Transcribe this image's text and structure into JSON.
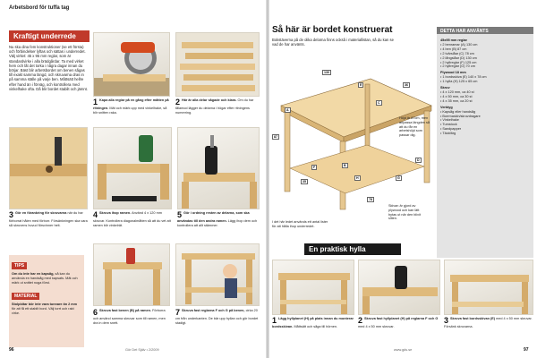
{
  "left": {
    "kicker": "Arbetsbord för tuffa tag",
    "section_title": "Kraftigt underrede",
    "intro": "Nu ska dina fem konstruktioner (se ett första) och förbindelser lyftas och sättas i underredet. Välj virket: 45 x 95 mm reglar, som är standardvirke i alla brädgårdar. Ta med virket hem och låt det torka i några dagar innan du börjar. Bäst blir arbetsbordet om benen sågas till exakt samma längd, och skruvarna dras in på samma ställe på varje ben. Måttsätt hellre efter hand än i förväg, och kontrollera med vinkelhake ofta. Då blir bordet stabilt och jämnt.",
    "steps": [
      {
        "n": "1",
        "title": "Kapa alla reglar på en gång efter måtten på ritningen.",
        "text": "Mät och märk upp med vinkelhake, så blir snitten raka."
      },
      {
        "n": "2",
        "title": "Här är alla delar sågade och klara.",
        "text": "Om du har tålamod lägger du delarna i högar efter ritningens numrering."
      },
      {
        "n": "3",
        "title": "Gör en förankring för skruvarna",
        "text": "när du har förborrat hålen med förborr. Försänkningen ska vara så skruvens huvud försvinner helt."
      },
      {
        "n": "4",
        "title": "Skruva ihop ramen.",
        "text": "Använd 4 x 120 mm skruvar. Kontrollera diagonalmåtten så att du vet att ramen blir vinkelrät."
      },
      {
        "n": "5",
        "title": "Gör i ordning resten av delarna, som ska användas till den andra ramen.",
        "text": "Lägg ihop dem och kontrollera att allt stämmer."
      },
      {
        "n": "6",
        "title": "Skruva fast benen (B) på ramen.",
        "text": "Förborra och använd samma skruvar som till ramen, men dra in dem snett."
      },
      {
        "n": "7",
        "title": "Skruva fast reglarna F och G på benen,",
        "text": "cirka 20 cm från underkanten. De bär upp hyllan och gör bordet stadigt."
      }
    ],
    "tip": {
      "label": "TIPS",
      "bold": "Om du inte har en kapsåg,",
      "text": "så kan du använda en handsåg med kapsats. Mät och märk ut snittet noga först.",
      "material_label": "MATERIAL",
      "mat_bold": "Stolpbitar bör inte vara tunnare än 2 mm",
      "mat_text": "för att få ett stabilt bord. Välj torrt och rakt virke."
    },
    "folio": "96",
    "footer": "Gör Det Själv • 2/2009"
  },
  "right": {
    "section_title": "Så här är bordet konstruerat",
    "intro": "Bokstäverna på de olika delarna finns också i materiallistan, så du kan se vad de har använts.",
    "callout_hojd": "Höjd är 87cm, men anpassa längden så att du får en arbetshöjd som passar dig.",
    "callout_lister": "I det här ledet används ett antal lister för att hålla ihop underredet.",
    "callout_skiva": "Skivan är gjord av plywood och kan lätt bytas ut när den blivit sliten.",
    "dims": [
      "130",
      "36",
      "87",
      "78",
      "35"
    ],
    "letters": [
      "A",
      "B",
      "C",
      "D",
      "E",
      "F",
      "G",
      "H"
    ],
    "side_header": "DETTA HAR ANVÄNTS",
    "side": [
      {
        "type": "hd",
        "text": "45x95 mm reglar"
      },
      {
        "type": "it",
        "text": "• 2 benramar (A) 130 cm"
      },
      {
        "type": "it",
        "text": "• 4 ben (B) 87 cm"
      },
      {
        "type": "it",
        "text": "• 2 tvärslåar (C) 78 cm"
      },
      {
        "type": "it",
        "text": "• 2 långslåar (D) 130 cm"
      },
      {
        "type": "it",
        "text": "• 2 hyllreglar (F) 125 cm"
      },
      {
        "type": "it",
        "text": "• 2 hyllreglar (G) 70 cm"
      },
      {
        "type": "hd",
        "text": "Plywood 18 mm"
      },
      {
        "type": "it",
        "text": "• 1 bordsskiva (E) 140 x 78 cm"
      },
      {
        "type": "it",
        "text": "• 1 hylla (H) 125 x 65 cm"
      },
      {
        "type": "hd",
        "text": "Skruv"
      },
      {
        "type": "it",
        "text": "• 4 x 120 mm, ca 40 st"
      },
      {
        "type": "it",
        "text": "• 4 x 50 mm, ca 30 st"
      },
      {
        "type": "it",
        "text": "• 4 x 35 mm, ca 20 st"
      },
      {
        "type": "hd",
        "text": "Verktyg"
      },
      {
        "type": "it",
        "text": "• Kapsåg eller handsåg"
      },
      {
        "type": "it",
        "text": "• Borrmaskin/skruvdragare"
      },
      {
        "type": "it",
        "text": "• Vinkelhake"
      },
      {
        "type": "it",
        "text": "• Tumstock"
      },
      {
        "type": "it",
        "text": "• Sandpapper"
      },
      {
        "type": "it",
        "text": "• Täckfärg"
      }
    ],
    "shelf_title": "En praktisk hylla",
    "shelf_steps": [
      {
        "n": "1",
        "title": "Lägg hyllplanet (H) på plats innan du monterar bordsskivan.",
        "text": "Måttsätt och såga till hörnen."
      },
      {
        "n": "2",
        "title": "Skruva fast hyllplanet (H) på reglarna F och G",
        "text": "med 4 x 50 mm skruvar."
      },
      {
        "n": "3",
        "title": "Skruva fast bordsskivan (E)",
        "text": "med 4 x 50 mm skruvar. Försänk skruvarna."
      }
    ],
    "folio": "97",
    "footer": "www.gds.se"
  }
}
